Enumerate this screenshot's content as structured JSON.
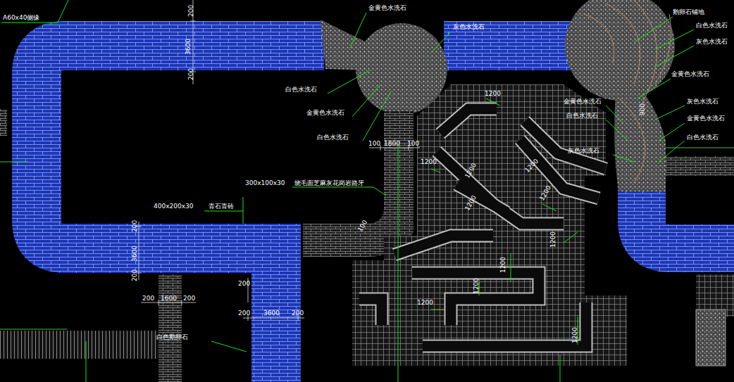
{
  "diagram": {
    "labels": [
      "A60x40侧缘",
      "200",
      "3600",
      "200",
      "金黄色水洗石",
      "灰色水洗石",
      "白色水洗石",
      "金黄色水洗石",
      "白色水洗石",
      "100",
      "1800",
      "100",
      "300x100x30",
      "烧毛面芝麻灰花岗岩路牙",
      "400x200x30",
      "青石青砖",
      "200",
      "3600",
      "200",
      "200",
      "200",
      "1600",
      "200",
      "200",
      "3600",
      "200",
      "白色鹅卵石",
      "鹅卵石铺地",
      "白色水洗石",
      "灰色水洗石",
      "金黄色水洗石",
      "金黄色水洗石",
      "白色水洗石",
      "灰色水洗石",
      "灰色水洗石",
      "金黄色水洗石",
      "白色水洗石",
      "900",
      "1200",
      "1200",
      "1200",
      "1200",
      "1200",
      "1200",
      "1200",
      "1200",
      "1200",
      "1200",
      "1200",
      "100"
    ]
  }
}
